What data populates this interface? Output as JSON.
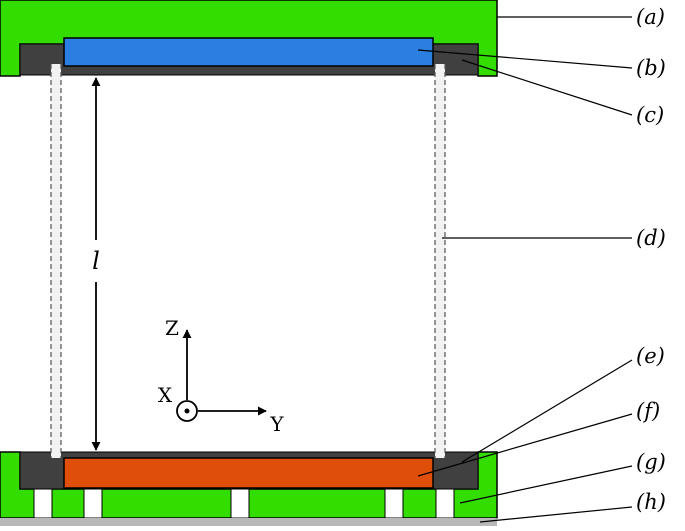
{
  "callouts": {
    "a": "(a)",
    "b": "(b)",
    "c": "(c)",
    "d": "(d)",
    "e": "(e)",
    "f": "(f)",
    "g": "(g)",
    "h": "(h)"
  },
  "axes": {
    "z": "Z",
    "x": "X",
    "y": "Y"
  },
  "length_label": "l",
  "colors": {
    "frame_green": "#33dd00",
    "plate_gray": "#404040",
    "top_plate_blue": "#2a7fe0",
    "bottom_plate_orange": "#e04f0a",
    "base_gray": "#b8b8b8"
  }
}
